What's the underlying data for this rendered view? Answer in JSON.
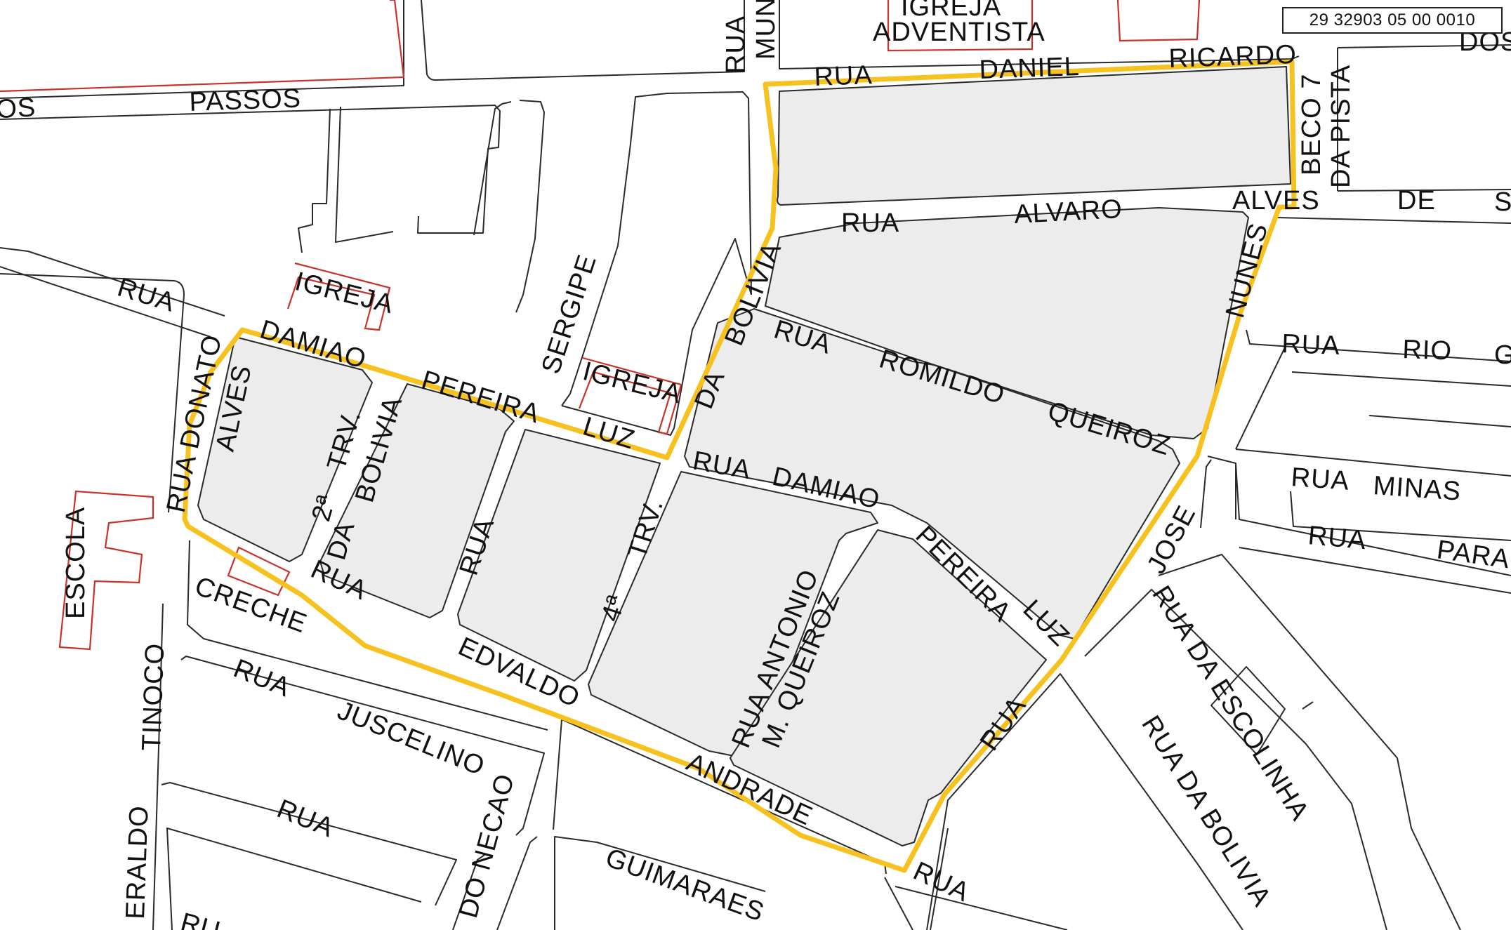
{
  "sector_code": "29 32903 05 00 0010",
  "colors": {
    "sector_outline": "#f7c21f",
    "block_fill": "#ececec",
    "building": "#c8322a",
    "road": "#2a2a2a"
  },
  "labels": {
    "igreja_adventista_1": "IGREJA",
    "igreja_adventista_2": "ADVENTISTA",
    "rua_mun_1": "RUA",
    "rua_mun_2": "MUN",
    "dos_top": "DOS",
    "os_left": "OS",
    "passos": "PASSOS",
    "rua_daniel_ricardo_1": "RUA",
    "rua_daniel_ricardo_2": "DANIEL",
    "rua_daniel_ricardo_3": "RICARDO",
    "beco_1": "BECO 7",
    "beco_2": "DA PISTA",
    "rua_alvaro_1": "RUA",
    "rua_alvaro_2": "ALVARO",
    "alves_de_1": "ALVES",
    "alves_de_2": "DE",
    "alves_de_3": "S",
    "rua_damiao_top_1": "RUA",
    "rua_damiao_top_2": "DAMIAO",
    "rua_damiao_top_3": "PEREIRA",
    "rua_damiao_top_4": "LUZ",
    "igreja_left": "IGREJA",
    "igreja_mid": "IGREJA",
    "sergipe": "SERGIPE",
    "da_bolivia_top_1": "DA",
    "da_bolivia_top_2": "BOLIVIA",
    "nunes": "NUNES",
    "rua_rio_1": "RUA",
    "rua_rio_2": "RIO",
    "rua_rio_3": "G",
    "rua_romildo_1": "RUA",
    "rua_romildo_2": "ROMILDO",
    "rua_romildo_3": "QUEIROZ",
    "rua_minas_1": "RUA",
    "rua_minas_2": "MINAS",
    "rua_para_1": "RUA",
    "rua_para_2": "PARA",
    "rua_donato_1": "RUA DONATO",
    "rua_donato_2": "ALVES",
    "trv2_1": "2ª",
    "trv2_2": "TRV.",
    "trv2_3": "DA",
    "trv2_4": "BOLIVIA",
    "rua_mid": "RUA",
    "trv4_1": "4ª",
    "trv4_2": "TRV.",
    "rua_damiao_mid_1": "RUA",
    "rua_damiao_mid_2": "DAMIAO",
    "rua_damiao_mid_3": "PEREIRA",
    "rua_damiao_mid_4": "LUZ",
    "rua_antonio_1": "RUA ANTONIO",
    "rua_antonio_2": "M. QUEIROZ",
    "jose": "JOSE",
    "rua_jose": "RUA",
    "escola": "ESCOLA",
    "creche": "CRECHE",
    "rua_edvaldo_1": "RUA",
    "rua_edvaldo_2": "EDVALDO",
    "rua_edvaldo_3": "ANDRADE",
    "tinoco": "TINOCO",
    "eraldo": "ERALDO",
    "rua_juscelino_1": "RUA",
    "rua_juscelino_2": "JUSCELINO",
    "do_necao": "DO NECAO",
    "rua_guimaraes_1": "RUA",
    "rua_guimaraes_2": "GUIMARAES",
    "rua_bottom_right": "RUA",
    "rua_escolinha": "RUA DA ESCOLINHA",
    "rua_da_bolivia_bottom": "RUA DA BOLIVIA",
    "ru_bottom": "RU"
  }
}
